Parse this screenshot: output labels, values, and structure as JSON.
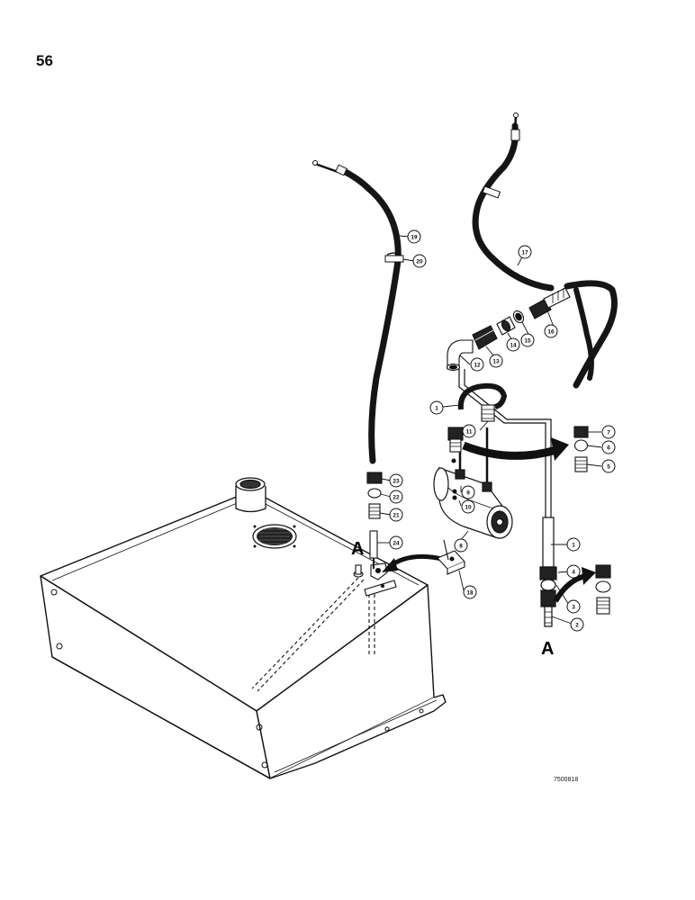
{
  "page": {
    "number": "56",
    "drawing_code": "7500818"
  },
  "reference_letters": [
    "A",
    "A"
  ],
  "callouts": [
    "1",
    "1",
    "2",
    "3",
    "4",
    "5",
    "6",
    "7",
    "8",
    "9",
    "10",
    "11",
    "12",
    "13",
    "14",
    "15",
    "16",
    "17",
    "18",
    "19",
    "20",
    "21",
    "22",
    "23",
    "24"
  ],
  "colors": {
    "ink": "#111111",
    "paper": "#ffffff",
    "hose": "#151515"
  }
}
